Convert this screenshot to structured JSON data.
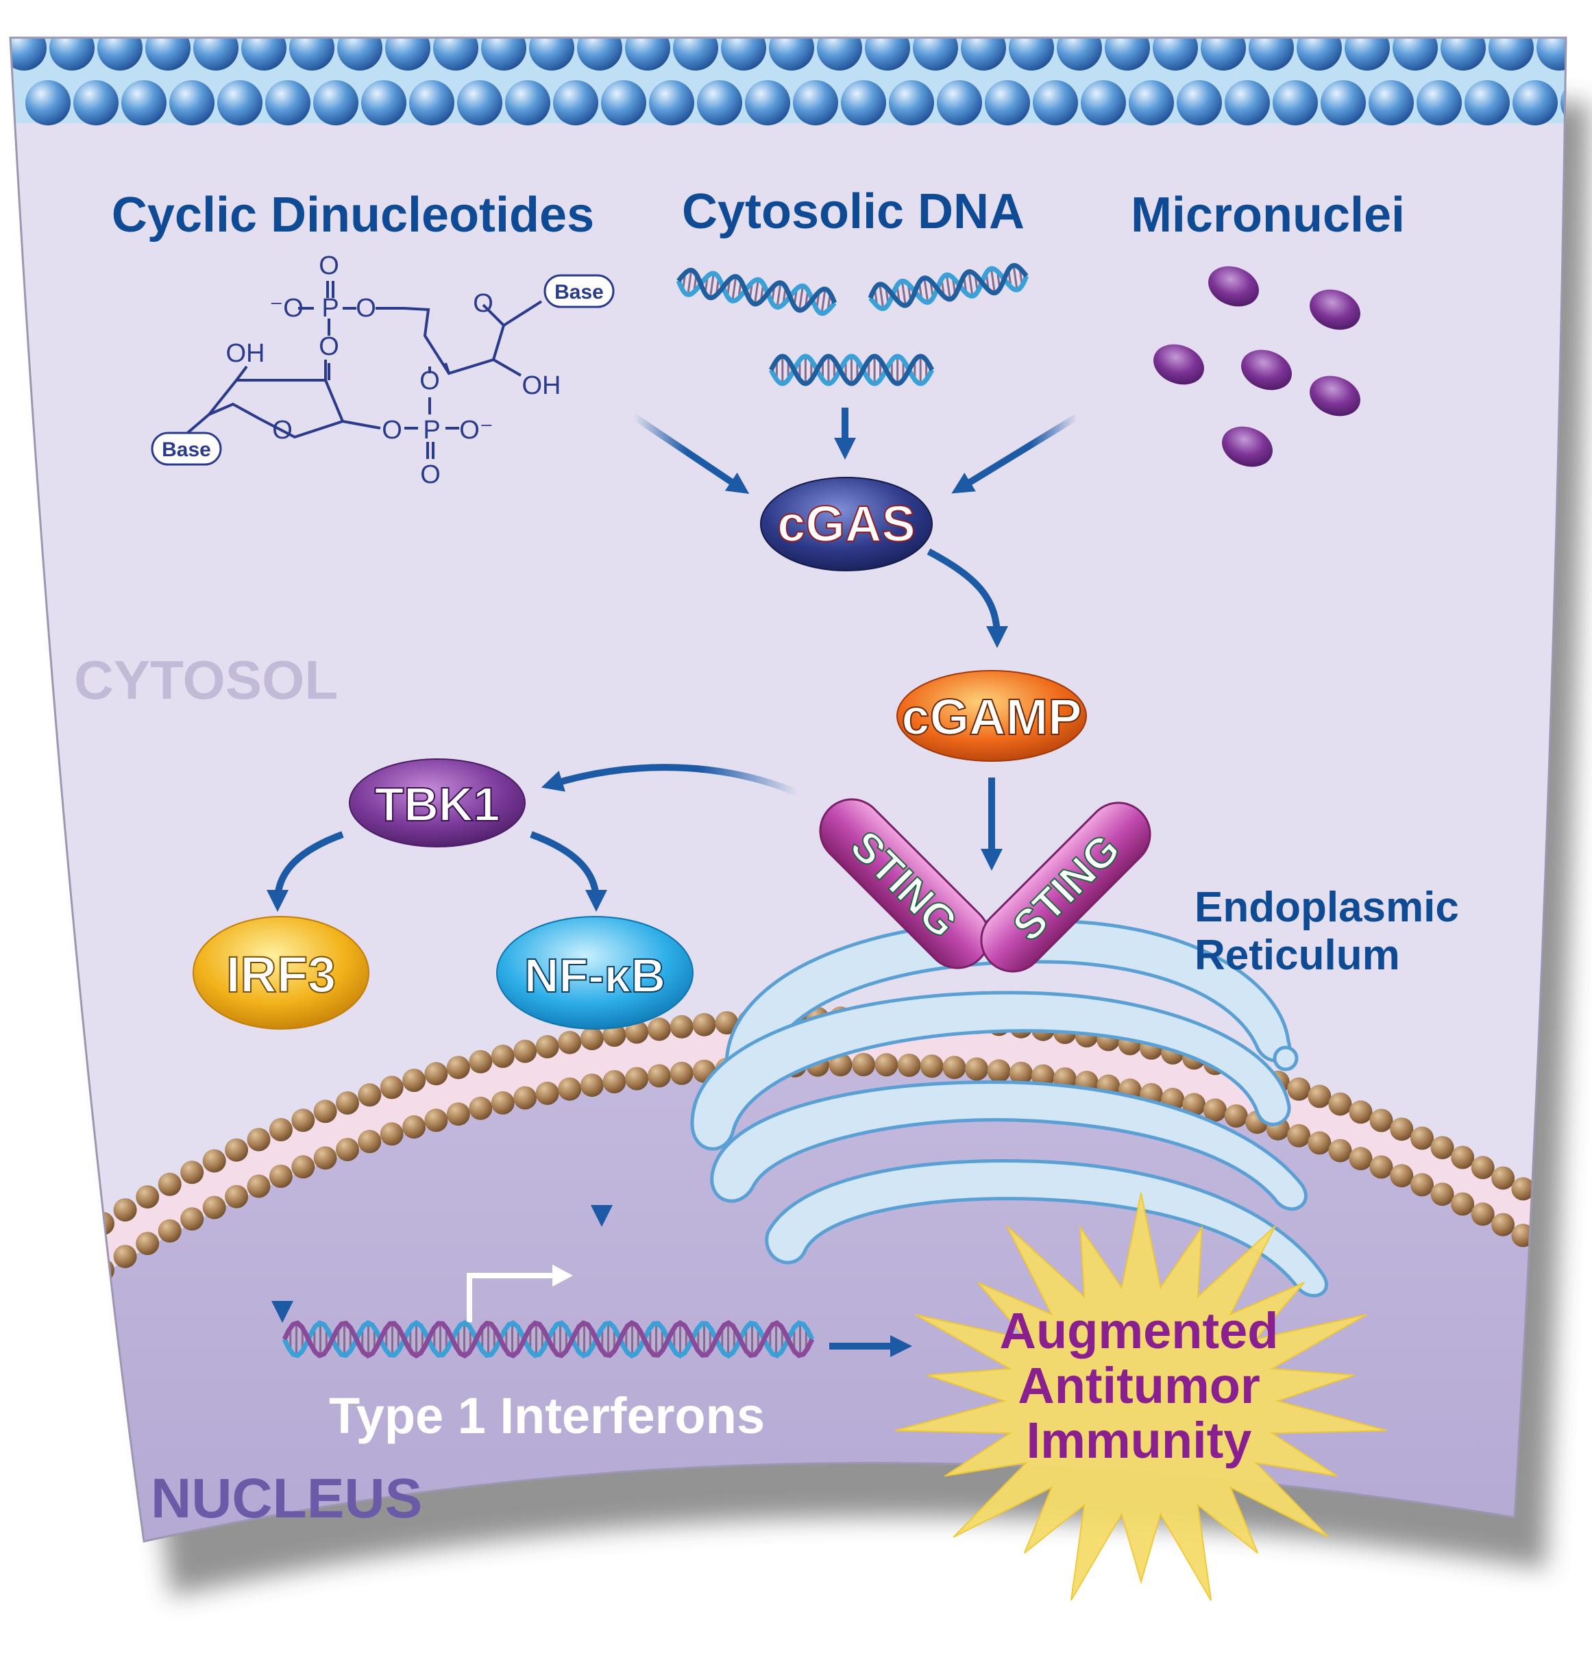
{
  "headings": {
    "cdn": "Cyclic Dinucleotides",
    "dna": "Cytosolic DNA",
    "micronuclei": "Micronuclei"
  },
  "chem": {
    "base": "Base",
    "o": "O",
    "oh": "OH",
    "p": "P",
    "o_minus": "O⁻",
    "minus_o": "⁻O"
  },
  "nodes": {
    "cgas": "cGAS",
    "cgamp": "cGAMP",
    "sting": "STING",
    "tbk1": "TBK1",
    "irf3": "IRF3",
    "nfkb": "NF-κB"
  },
  "labels": {
    "cytosol": "CYTOSOL",
    "nucleus": "NUCLEUS",
    "er": [
      "Endoplasmic",
      "Reticulum"
    ],
    "interferons": "Type 1 Interferons",
    "outcome": [
      "Augmented",
      "Antitumor",
      "Immunity"
    ]
  },
  "colors": {
    "cytosol_bg": "#e3dff0",
    "nucleus_bg": "#b8aed6",
    "membrane_bead": "#4a8fd0",
    "nuclear_bead": "#a07a52",
    "heading_blue": "#0f4a94",
    "arrow_blue": "#1c5aa6",
    "cgas": "#2e3a8a",
    "cgamp": "#ef6a1a",
    "sting": "#b03aa0",
    "tbk1": "#7a3a9a",
    "irf3": "#f2b21a",
    "nfkb": "#2eaee8",
    "micronucleus": "#7d3496",
    "er": "#d2e6f5",
    "starburst": "#f5dc6a",
    "outcome_text": "#8a1f8f",
    "cytosol_text": "#c3bad8",
    "nucleus_text": "#6b5aa8"
  }
}
